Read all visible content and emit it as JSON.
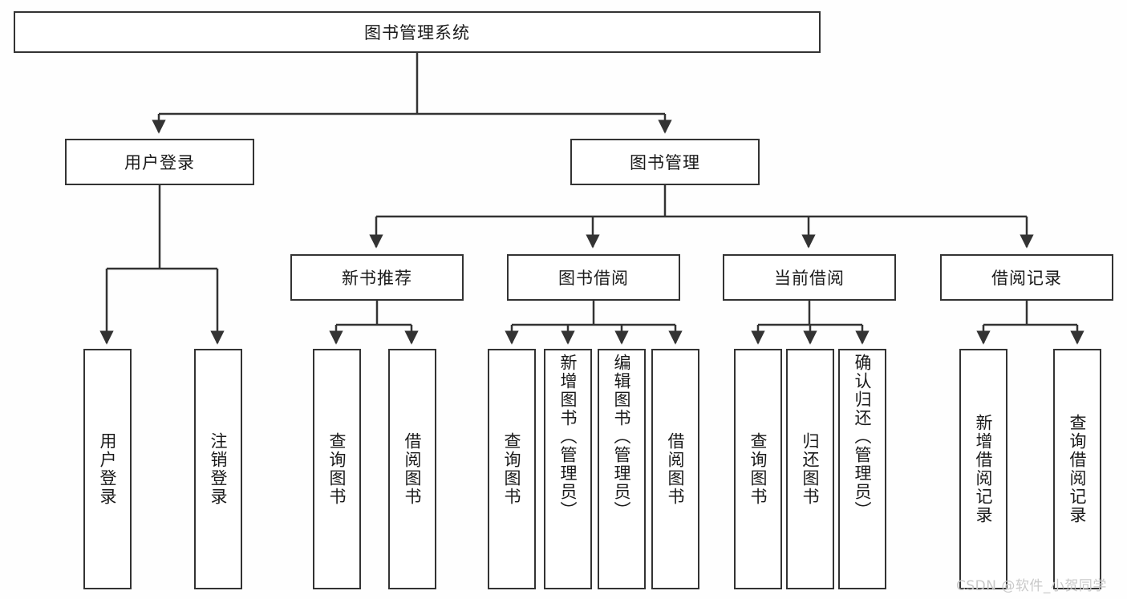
{
  "diagram": {
    "type": "tree-hierarchy-diagram",
    "title": "图书管理系统",
    "background_color": "#fefefe",
    "line_color": "#333333",
    "box_fill": "#ffffff",
    "nodes": {
      "root": {
        "label": "图书管理系统"
      },
      "level1": [
        {
          "label": "用户登录"
        },
        {
          "label": "图书管理"
        }
      ],
      "level2": [
        {
          "label": "新书推荐"
        },
        {
          "label": "图书借阅"
        },
        {
          "label": "当前借阅"
        },
        {
          "label": "借阅记录"
        }
      ],
      "leaves_user_login": [
        {
          "label": "用户登录"
        },
        {
          "label": "注销登录"
        }
      ],
      "leaves_new_book": [
        {
          "label": "查询图书"
        },
        {
          "label": "借阅图书"
        }
      ],
      "leaves_borrow": [
        {
          "label": "查询图书"
        },
        {
          "label": "新增图书（管理员）"
        },
        {
          "label": "编辑图书（管理员）"
        },
        {
          "label": "借阅图书"
        }
      ],
      "leaves_current": [
        {
          "label": "查询图书"
        },
        {
          "label": "归还图书"
        },
        {
          "label": "确认归还（管理员）"
        }
      ],
      "leaves_records": [
        {
          "label": "新增借阅记录"
        },
        {
          "label": "查询借阅记录"
        }
      ]
    }
  },
  "watermark": {
    "text": "CSDN @软件_小贺同学",
    "color": "#c9c9c9"
  }
}
